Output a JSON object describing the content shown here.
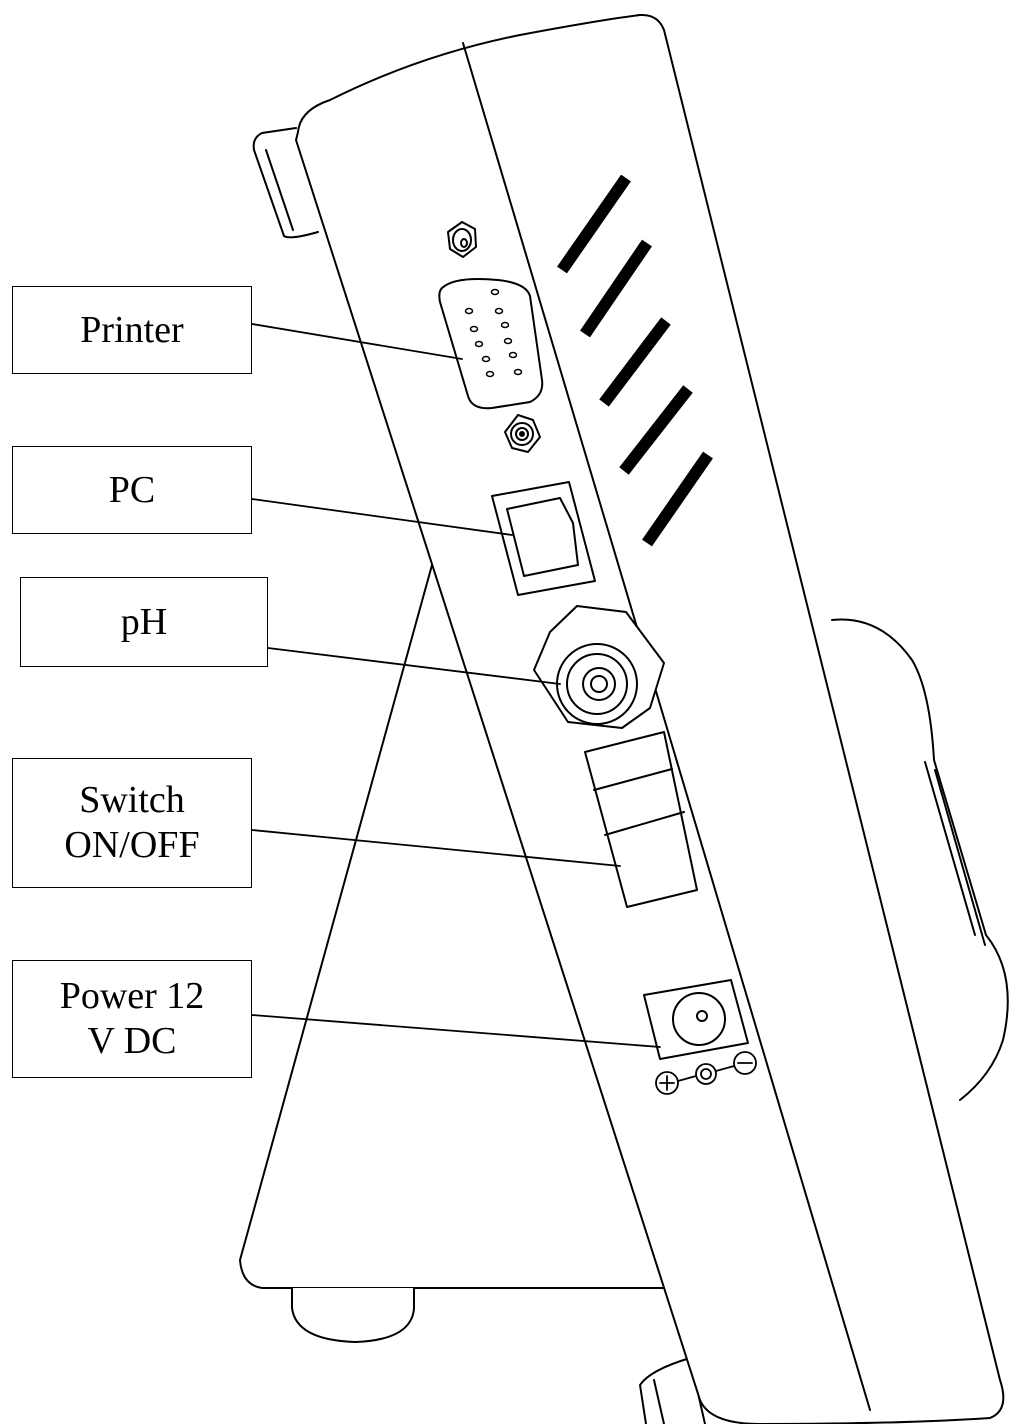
{
  "labels": {
    "printer": {
      "line1": "Printer"
    },
    "pc": {
      "line1": "PC"
    },
    "ph": {
      "line1": "pH"
    },
    "switch": {
      "line1": "Switch",
      "line2": "ON/OFF"
    },
    "power": {
      "line1": "Power 12",
      "line2": "V DC"
    }
  },
  "polarity_symbols": [
    "⊕",
    "⊖"
  ],
  "colors": {
    "ink": "#000000",
    "paper": "#ffffff"
  }
}
